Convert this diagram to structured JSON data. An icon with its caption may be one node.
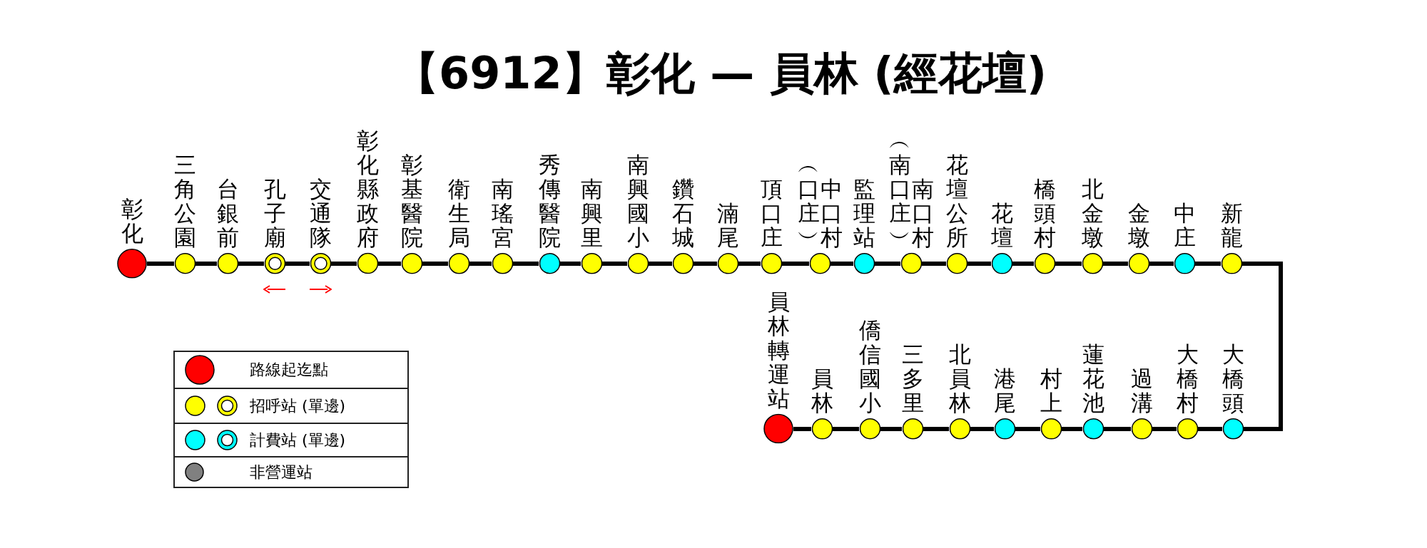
{
  "diagram": {
    "title": "【6912】彰化 — 員林 (經花壇)",
    "nodes": [
      {
        "text": [
          "彰化"
        ]
      },
      {
        "text": [
          "三角公園"
        ]
      },
      {
        "text": [
          "台銀前"
        ]
      },
      {
        "text": [
          "孔子廟"
        ]
      },
      {
        "text": [
          "交通隊"
        ]
      },
      {
        "text": [
          "彰化縣政府"
        ]
      },
      {
        "text": [
          "彰基醫院"
        ]
      },
      {
        "text": [
          "衛生局"
        ]
      },
      {
        "text": [
          "南瑤宮"
        ]
      },
      {
        "text": [
          "秀傳醫院"
        ]
      },
      {
        "text": [
          "南興里"
        ]
      },
      {
        "text": [
          "南興國小"
        ]
      },
      {
        "text": [
          "鑽石城"
        ]
      },
      {
        "text": [
          "湳尾"
        ]
      },
      {
        "text": [
          "頂口庄"
        ]
      },
      {
        "text": [
          "︵口庄︶",
          "中口村"
        ]
      },
      {
        "text": [
          "監理站"
        ]
      },
      {
        "text": [
          "︵南口庄︶",
          "南口村"
        ]
      },
      {
        "text": [
          "花壇公所"
        ]
      },
      {
        "text": [
          "花壇"
        ]
      },
      {
        "text": [
          "橋頭村"
        ]
      },
      {
        "text": [
          "北金墩"
        ]
      },
      {
        "text": [
          "金墩"
        ]
      },
      {
        "text": [
          "中庄"
        ]
      },
      {
        "text": [
          "新龍"
        ]
      },
      {
        "text": [
          "員林轉運站"
        ]
      },
      {
        "text": [
          "員林"
        ]
      },
      {
        "text": [
          "僑信國小"
        ]
      },
      {
        "text": [
          "三多里"
        ]
      },
      {
        "text": [
          "北員林"
        ]
      },
      {
        "text": [
          "港尾"
        ]
      },
      {
        "text": [
          "村上"
        ]
      },
      {
        "text": [
          "蓮花池"
        ]
      },
      {
        "text": [
          "過溝"
        ]
      },
      {
        "text": [
          "大橋村"
        ]
      },
      {
        "text": [
          "大橋頭"
        ]
      }
    ],
    "edges": [
      {
        "from": 0,
        "to": 1,
        "arrow": "none"
      },
      {
        "from": 1,
        "to": 2,
        "arrow": "none"
      },
      {
        "from": 2,
        "to": 3,
        "arrow": "none"
      },
      {
        "from": 3,
        "to": 4,
        "arrow": "none"
      },
      {
        "from": 4,
        "to": 5,
        "arrow": "none"
      },
      {
        "from": 5,
        "to": 6,
        "arrow": "none"
      },
      {
        "from": 6,
        "to": 7,
        "arrow": "none"
      },
      {
        "from": 7,
        "to": 8,
        "arrow": "none"
      },
      {
        "from": 8,
        "to": 9,
        "arrow": "none"
      },
      {
        "from": 9,
        "to": 10,
        "arrow": "none"
      },
      {
        "from": 10,
        "to": 11,
        "arrow": "none"
      },
      {
        "from": 11,
        "to": 12,
        "arrow": "none"
      },
      {
        "from": 12,
        "to": 13,
        "arrow": "none"
      },
      {
        "from": 13,
        "to": 14,
        "arrow": "none"
      },
      {
        "from": 14,
        "to": 15,
        "arrow": "none"
      },
      {
        "from": 15,
        "to": 16,
        "arrow": "none"
      },
      {
        "from": 16,
        "to": 17,
        "arrow": "none"
      },
      {
        "from": 17,
        "to": 18,
        "arrow": "none"
      },
      {
        "from": 18,
        "to": 19,
        "arrow": "none"
      },
      {
        "from": 19,
        "to": 20,
        "arrow": "none"
      },
      {
        "from": 20,
        "to": 21,
        "arrow": "none"
      },
      {
        "from": 21,
        "to": 22,
        "arrow": "none"
      },
      {
        "from": 22,
        "to": 23,
        "arrow": "none"
      },
      {
        "from": 23,
        "to": 24,
        "arrow": "none"
      },
      {
        "from": 24,
        "to": 35,
        "arrow": "none"
      },
      {
        "from": 35,
        "to": 34,
        "arrow": "none"
      },
      {
        "from": 34,
        "to": 33,
        "arrow": "none"
      },
      {
        "from": 33,
        "to": 32,
        "arrow": "none"
      },
      {
        "from": 32,
        "to": 31,
        "arrow": "none"
      },
      {
        "from": 31,
        "to": 30,
        "arrow": "none"
      },
      {
        "from": 30,
        "to": 29,
        "arrow": "none"
      },
      {
        "from": 29,
        "to": 28,
        "arrow": "none"
      },
      {
        "from": 28,
        "to": 27,
        "arrow": "none"
      },
      {
        "from": 27,
        "to": 26,
        "arrow": "none"
      },
      {
        "from": 26,
        "to": 25,
        "arrow": "none"
      }
    ],
    "legend": [
      {
        "text": "路線起迄點",
        "color": "#ff0000"
      },
      {
        "text": "招呼站 (單邊)",
        "color": "#ffff00"
      },
      {
        "text": "計費站 (單邊)",
        "color": "#00ffff"
      },
      {
        "text": "非營運站",
        "color": "#808080"
      }
    ]
  }
}
